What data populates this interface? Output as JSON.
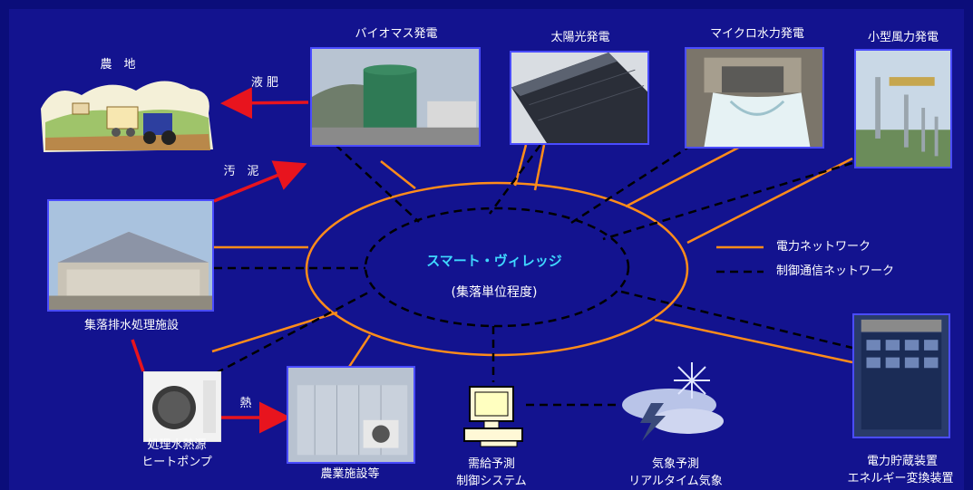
{
  "center": {
    "title": "スマート・ヴィレッジ",
    "subtitle": "(集落単位程度)"
  },
  "nodes": {
    "farmland": "農　地",
    "biomass": "バイオマス発電",
    "solar": "太陽光発電",
    "micro_hydro": "マイクロ水力発電",
    "wind": "小型風力発電",
    "sewage": "集落排水処理施設",
    "heat_pump_line1": "処理水熱源",
    "heat_pump_line2": "ヒートポンプ",
    "agri_facility": "農業施設等",
    "control_line1": "需給予測",
    "control_line2": "制御システム",
    "weather_line1": "気象予測",
    "weather_line2": "リアルタイム気象",
    "storage_line1": "電力貯蔵装置",
    "storage_line2": "エネルギー変換装置"
  },
  "flows": {
    "liquid_fertilizer": "液 肥",
    "sludge": "汚　泥",
    "heat": "熱"
  },
  "legend": {
    "power": "電力ネットワーク",
    "control": "制御通信ネットワーク"
  },
  "colors": {
    "background": "#13138f",
    "power_line": "#ff8c1a",
    "control_line": "#000000",
    "flow_arrow": "#e8141e",
    "center_title": "#3fd8ff",
    "photo_border": "#4a4cff"
  }
}
